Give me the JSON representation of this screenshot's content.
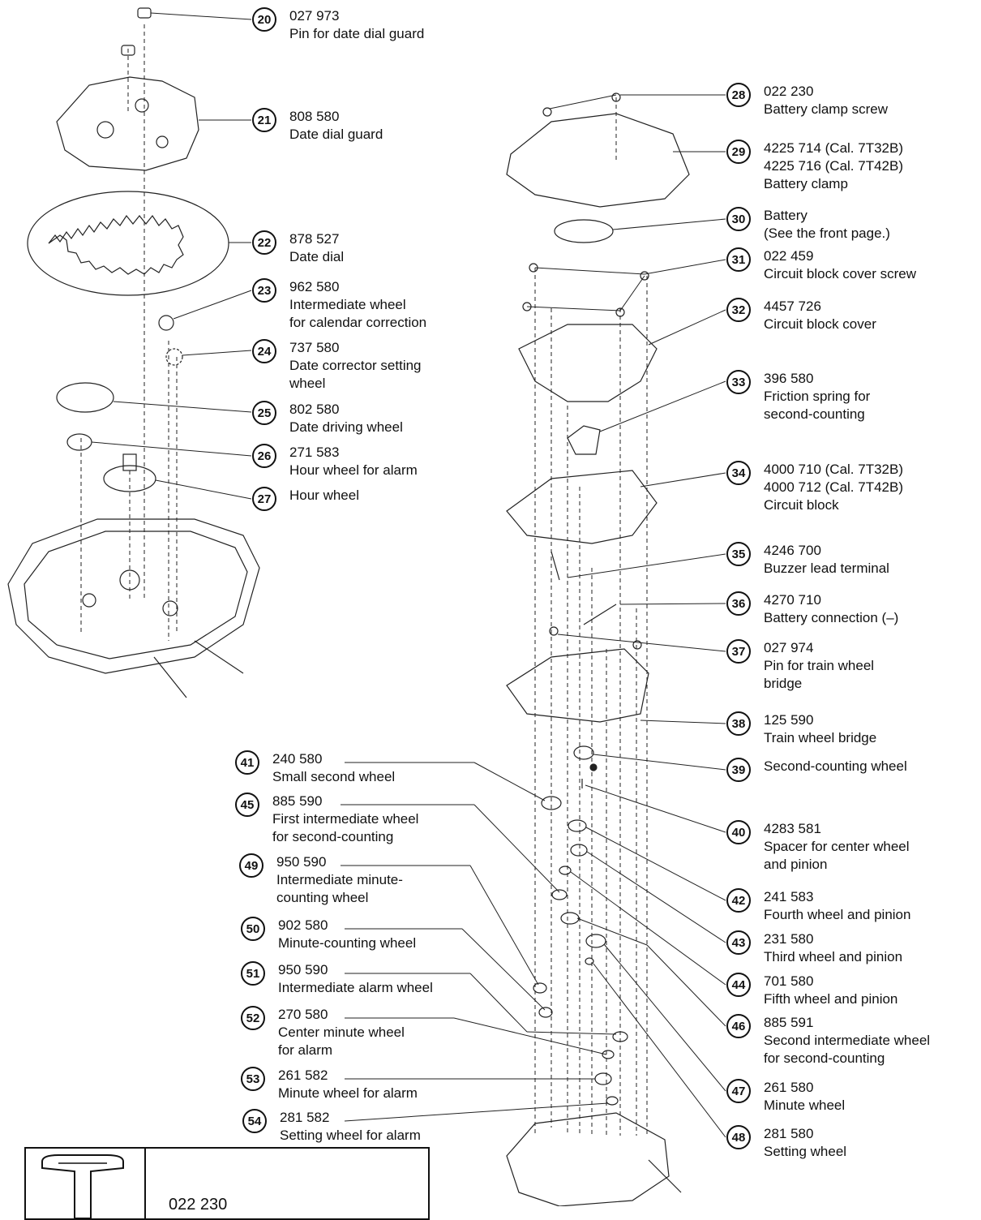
{
  "parts": [
    {
      "n": "20",
      "lines": [
        "027 973",
        "Pin for date dial guard"
      ]
    },
    {
      "n": "21",
      "lines": [
        "808 580",
        "Date dial guard"
      ]
    },
    {
      "n": "22",
      "lines": [
        "878 527",
        "Date dial"
      ]
    },
    {
      "n": "23",
      "lines": [
        "962 580",
        "Intermediate wheel",
        "for calendar correction"
      ]
    },
    {
      "n": "24",
      "lines": [
        "737 580",
        "Date corrector setting",
        "wheel"
      ]
    },
    {
      "n": "25",
      "lines": [
        "802 580",
        "Date driving wheel"
      ]
    },
    {
      "n": "26",
      "lines": [
        "271 583",
        "Hour wheel for alarm"
      ]
    },
    {
      "n": "27",
      "lines": [
        "Hour wheel"
      ]
    },
    {
      "n": "28",
      "lines": [
        "022 230",
        "Battery clamp screw"
      ]
    },
    {
      "n": "29",
      "lines": [
        "4225 714 (Cal. 7T32B)",
        "4225 716 (Cal. 7T42B)",
        "Battery clamp"
      ]
    },
    {
      "n": "30",
      "lines": [
        "Battery",
        "(See the front page.)"
      ]
    },
    {
      "n": "31",
      "lines": [
        "022 459",
        "Circuit block cover screw"
      ]
    },
    {
      "n": "32",
      "lines": [
        "4457 726",
        "Circuit block cover"
      ]
    },
    {
      "n": "33",
      "lines": [
        "396 580",
        "Friction spring for",
        "second-counting"
      ]
    },
    {
      "n": "34",
      "lines": [
        "4000 710 (Cal. 7T32B)",
        "4000 712 (Cal. 7T42B)",
        "Circuit block"
      ]
    },
    {
      "n": "35",
      "lines": [
        "4246 700",
        "Buzzer lead terminal"
      ]
    },
    {
      "n": "36",
      "lines": [
        "4270 710",
        "Battery connection (–)"
      ]
    },
    {
      "n": "37",
      "lines": [
        "027 974",
        "Pin for train wheel",
        "bridge"
      ]
    },
    {
      "n": "38",
      "lines": [
        "125 590",
        "Train wheel bridge"
      ]
    },
    {
      "n": "39",
      "lines": [
        "Second-counting wheel"
      ]
    },
    {
      "n": "40",
      "lines": [
        "4283 581",
        "Spacer for center wheel",
        "and pinion"
      ]
    },
    {
      "n": "42",
      "lines": [
        "241 583",
        "Fourth wheel and pinion"
      ]
    },
    {
      "n": "43",
      "lines": [
        "231 580",
        "Third wheel and pinion"
      ]
    },
    {
      "n": "44",
      "lines": [
        "701 580",
        "Fifth wheel and pinion"
      ]
    },
    {
      "n": "46",
      "lines": [
        "885 591",
        "Second intermediate wheel",
        "for second-counting"
      ]
    },
    {
      "n": "47",
      "lines": [
        "261 580",
        "Minute wheel"
      ]
    },
    {
      "n": "48",
      "lines": [
        "281 580",
        "Setting wheel"
      ]
    },
    {
      "n": "41",
      "lines": [
        "240 580",
        "Small second wheel"
      ]
    },
    {
      "n": "45",
      "lines": [
        "885 590",
        "First intermediate wheel",
        "for second-counting"
      ]
    },
    {
      "n": "49",
      "lines": [
        "950 590",
        "Intermediate minute-",
        "counting wheel"
      ]
    },
    {
      "n": "50",
      "lines": [
        "902 580",
        "Minute-counting wheel"
      ]
    },
    {
      "n": "51",
      "lines": [
        "950 590",
        "Intermediate alarm wheel"
      ]
    },
    {
      "n": "52",
      "lines": [
        "270 580",
        "Center minute wheel",
        "for alarm"
      ]
    },
    {
      "n": "53",
      "lines": [
        "261 582",
        "Minute wheel for alarm"
      ]
    },
    {
      "n": "54",
      "lines": [
        "281 582",
        "Setting wheel for alarm"
      ]
    }
  ],
  "reference_box": {
    "code": "022 230"
  }
}
